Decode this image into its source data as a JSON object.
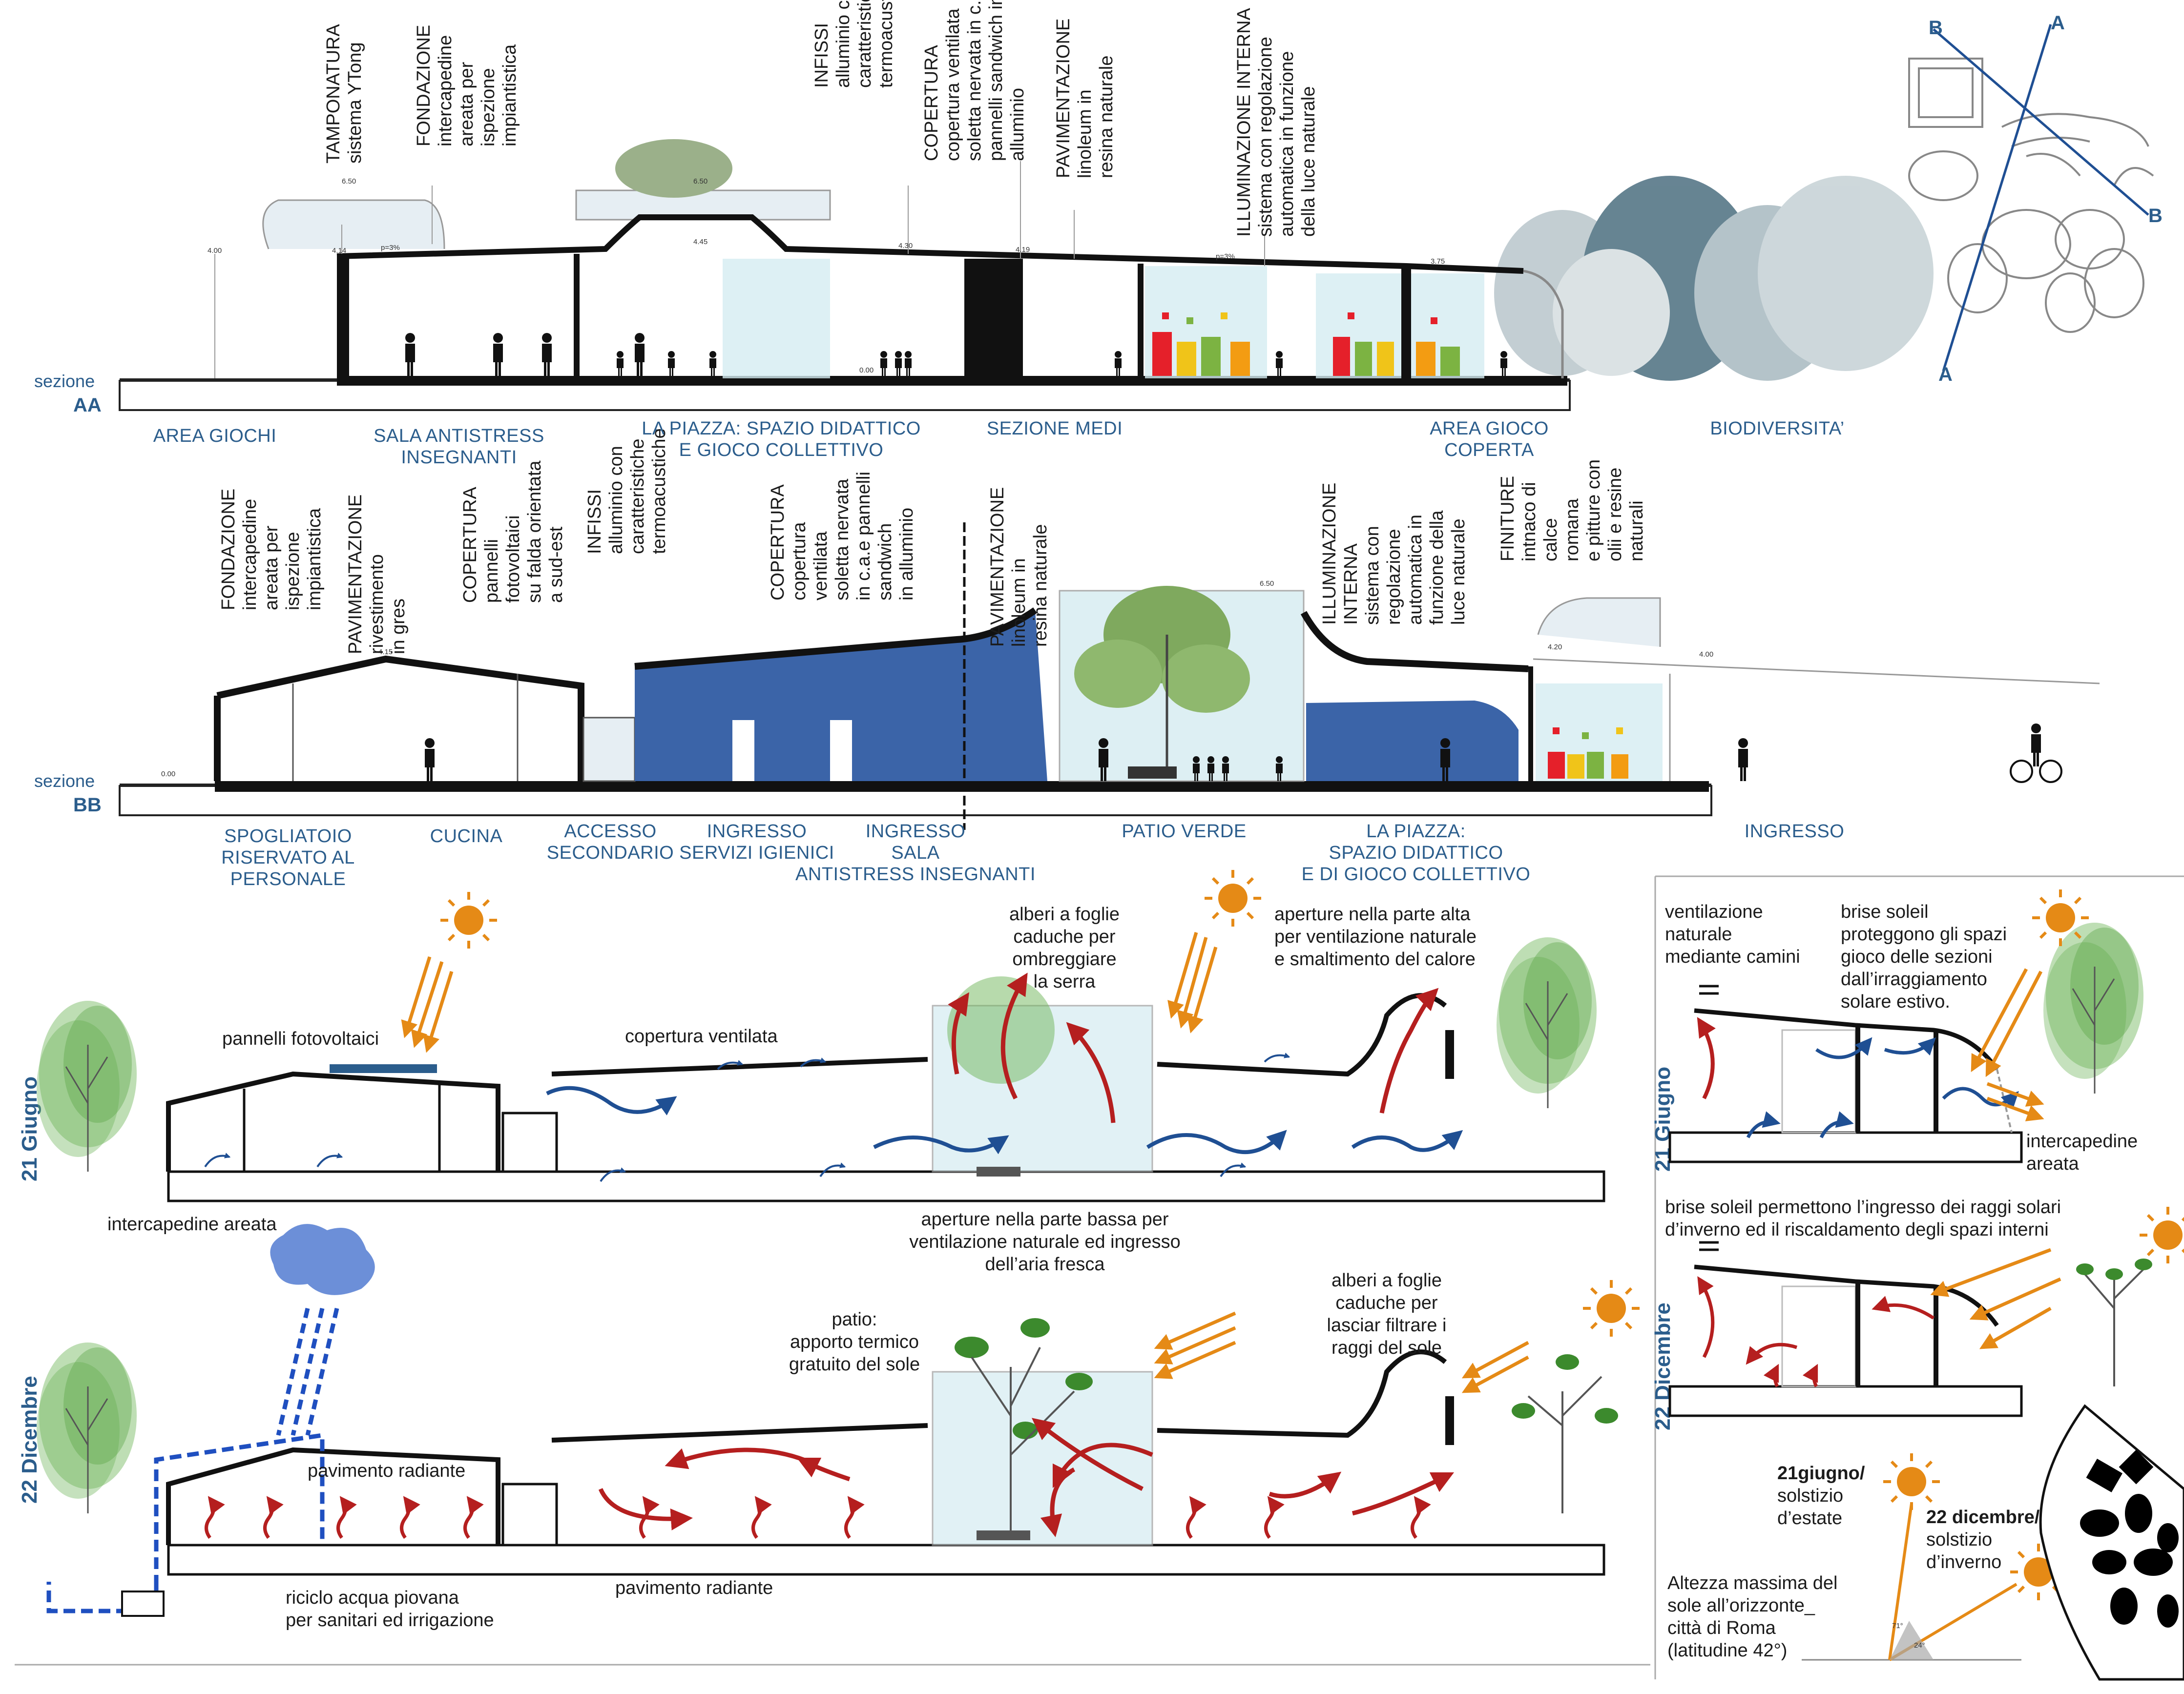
{
  "section_aa": {
    "label": "sezione",
    "code": "AA",
    "specs": [
      [
        "TAMPONATURA",
        "sistema YTong"
      ],
      [
        "FONDAZIONE",
        "intercapedine",
        "areata per",
        "ispezione",
        "impiantistica"
      ],
      [
        "INFISSI",
        "alluminio con",
        "caratteristiche",
        "termoacustiche"
      ],
      [
        "COPERTURA",
        "copertura ventilata",
        "soletta nervata in c.a.e",
        "pannelli sandwich in",
        "alluminio"
      ],
      [
        "PAVIMENTAZIONE",
        "linoleum in",
        "resina naturale"
      ],
      [
        "ILLUMINAZIONE INTERNA",
        "sistema con regolazione",
        "automatica in funzione",
        "della luce naturale"
      ]
    ],
    "zones": [
      [
        "AREA GIOCHI"
      ],
      [
        "SALA ANTISTRESS",
        "INSEGNANTI"
      ],
      [
        "LA PIAZZA: SPAZIO DIDATTICO",
        "E GIOCO COLLETTIVO"
      ],
      [
        "SEZIONE MEDI"
      ],
      [
        "AREA GIOCO",
        "COPERTA"
      ],
      [
        "BIODIVERSITA’"
      ]
    ],
    "elevations": [
      "4.00",
      "4.14",
      "6.50",
      "p=3%",
      "4.45",
      "6.50",
      "4.30",
      "4.19",
      "p=3%",
      "3.75",
      "0.00"
    ]
  },
  "section_bb": {
    "label": "sezione",
    "code": "BB",
    "specs": [
      [
        "FONDAZIONE",
        "intercapedine",
        "areata per",
        "ispezione",
        "impiantistica"
      ],
      [
        "PAVIMENTAZIONE",
        "rivestimento",
        "in gres"
      ],
      [
        "COPERTURA",
        "pannelli",
        "fotovoltaici",
        "su falda orientata",
        "a sud-est"
      ],
      [
        "INFISSI",
        "alluminio con",
        "caratteristiche",
        "termoacustiche"
      ],
      [
        "COPERTURA",
        "copertura",
        "ventilata",
        "soletta nervata",
        "in c.a.e pannelli",
        "sandwich",
        "in alluminio"
      ],
      [
        "PAVIMENTAZIONE",
        "linoleum in",
        "resina naturale"
      ],
      [
        "ILLUMINAZIONE",
        "INTERNA",
        "sistema con",
        "regolazione",
        "automatica in",
        "funzione della",
        "luce naturale"
      ],
      [
        "FINITURE",
        "intnaco di",
        "calce",
        "romana",
        "e pitture con",
        "olii e resine",
        "naturali"
      ]
    ],
    "zones": [
      [
        "SPOGLIATOIO",
        "RISERVATO AL",
        "PERSONALE"
      ],
      [
        "CUCINA"
      ],
      [
        "ACCESSO",
        "SECONDARIO"
      ],
      [
        "INGRESSO",
        "SERVIZI IGIENICI"
      ],
      [
        "INGRESSO",
        "SALA",
        "ANTISTRESS INSEGNANTI"
      ],
      [
        "PATIO VERDE"
      ],
      [
        "LA PIAZZA:",
        "SPAZIO DIDATTICO",
        "E DI GIOCO COLLETTIVO"
      ],
      [
        "INGRESSO"
      ]
    ],
    "elevations": [
      "0.00",
      "4.15",
      "6.50",
      "4.20",
      "4.00"
    ]
  },
  "summer": {
    "date": "21 Giugno",
    "notes": {
      "pv": "pannelli fotovoltaici",
      "roof": "copertura ventilata",
      "trees": [
        "alberi a foglie",
        "caduche per",
        "ombreggiare",
        "la serra"
      ],
      "high": [
        "aperture nella parte alta",
        "per ventilazione naturale",
        "e smaltimento del calore"
      ],
      "gap": "intercapedine areata",
      "low": [
        "aperture nella parte bassa per",
        "ventilazione naturale ed ingresso",
        "dell’aria fresca"
      ]
    }
  },
  "winter": {
    "date": "22 Dicembre",
    "notes": {
      "patio": [
        "patio:",
        "apporto termico",
        "gratuito del sole"
      ],
      "trees": [
        "alberi a foglie",
        "caduche per",
        "lasciar filtrare i",
        "raggi del sole"
      ],
      "floor1": "pavimento radiante",
      "floor2": "pavimento radiante",
      "rain": [
        "riciclo acqua piovana",
        "per sanitari ed irrigazione"
      ]
    }
  },
  "detail_summer": {
    "date": "21 Giugno",
    "ventilation": [
      "ventilazione",
      "naturale",
      "mediante camini"
    ],
    "brise": [
      "brise soleil",
      "proteggono gli spazi",
      "gioco delle sezioni",
      "dall’irraggiamento",
      "solare estivo."
    ],
    "gap": [
      "intercapedine",
      "areata"
    ]
  },
  "detail_winter": {
    "date": "22 Dicembre",
    "brise": [
      "brise soleil permettono l’ingresso dei raggi solari",
      "d’inverno ed il riscaldamento degli spazi interni"
    ]
  },
  "solar": {
    "summer_bold": "21giugno/",
    "summer": [
      "solstizio",
      "d’estate"
    ],
    "winter_bold": "22 dicembre/",
    "winter": [
      "solstizio",
      "d’inverno"
    ],
    "altitude": [
      "Altezza massima del",
      "sole all’orizzonte_",
      "città di Roma",
      "(latitudine 42°)"
    ],
    "angle_summer": "71°",
    "angle_winter": "24°"
  },
  "key_plan": {
    "marks": [
      "A",
      "A",
      "B",
      "B"
    ]
  },
  "colors": {
    "blue": "#2b5d8c",
    "section_fill": "#3b64a8",
    "air": "#1f4f93",
    "heat": "#b51f1f",
    "sun": "#e58a16",
    "tree": "#6fb559",
    "glass": "#d5ecf1"
  }
}
